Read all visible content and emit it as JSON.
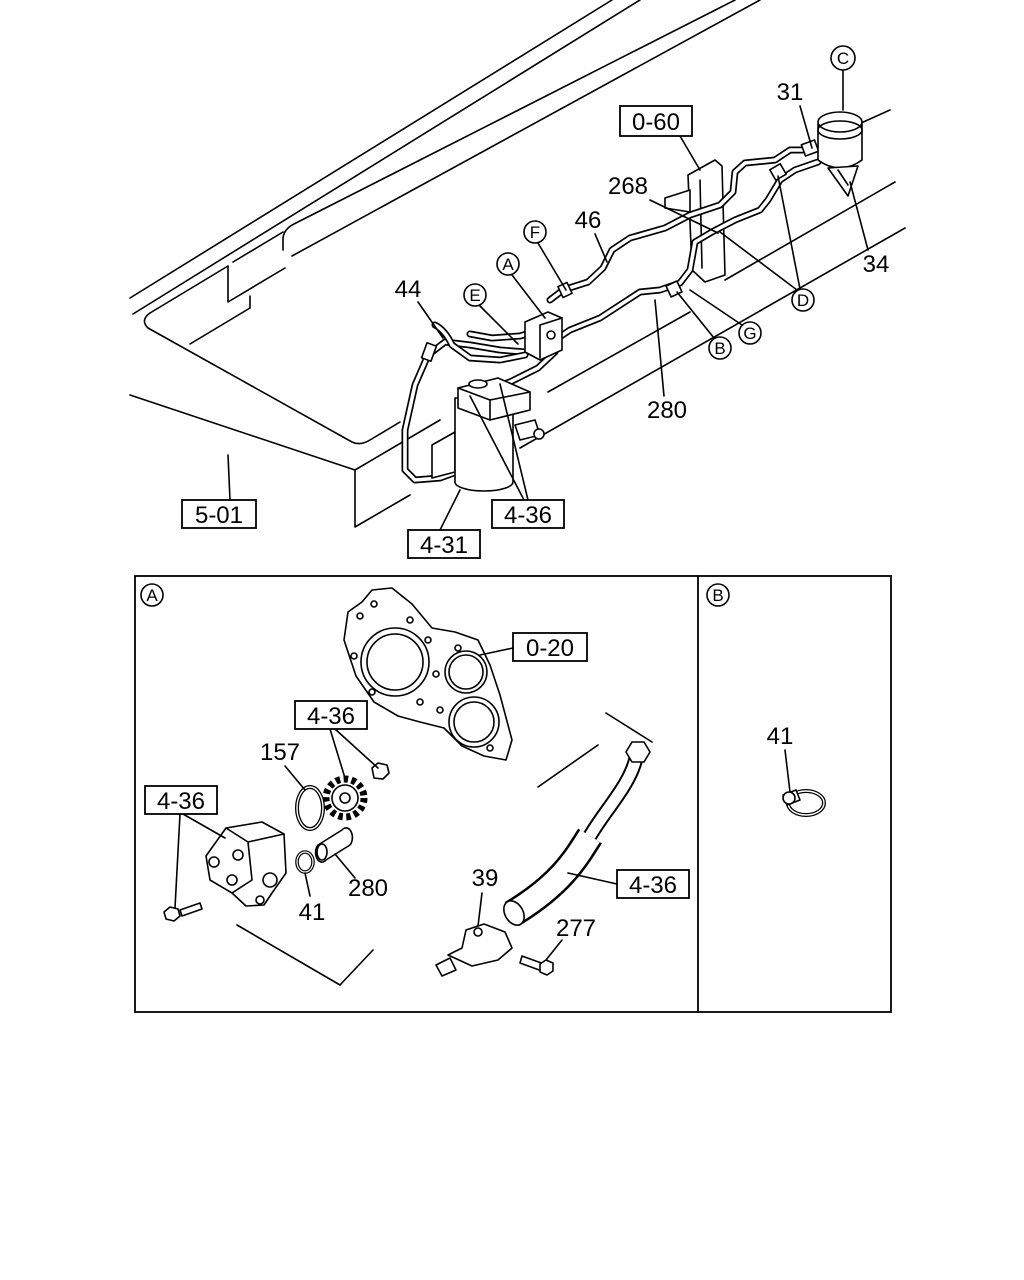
{
  "overview": {
    "ref_0_60": "0-60",
    "ref_5_01": "5-01",
    "ref_4_36": "4-36",
    "ref_4_31": "4-31",
    "part_31": "31",
    "part_268": "268",
    "part_46": "46",
    "part_44": "44",
    "part_34": "34",
    "part_280": "280",
    "callout_c": "C",
    "callout_f": "F",
    "callout_a": "A",
    "callout_e": "E",
    "callout_d": "D",
    "callout_g": "G",
    "callout_b": "B"
  },
  "detail_a": {
    "tag": "A",
    "ref_0_20": "0-20",
    "ref_4_36_sprocket": "4-36",
    "ref_4_36_pump": "4-36",
    "ref_4_36_hose": "4-36",
    "part_157": "157",
    "part_280": "280",
    "part_41": "41",
    "part_39": "39",
    "part_277": "277"
  },
  "detail_b": {
    "tag": "B",
    "part_41": "41"
  }
}
